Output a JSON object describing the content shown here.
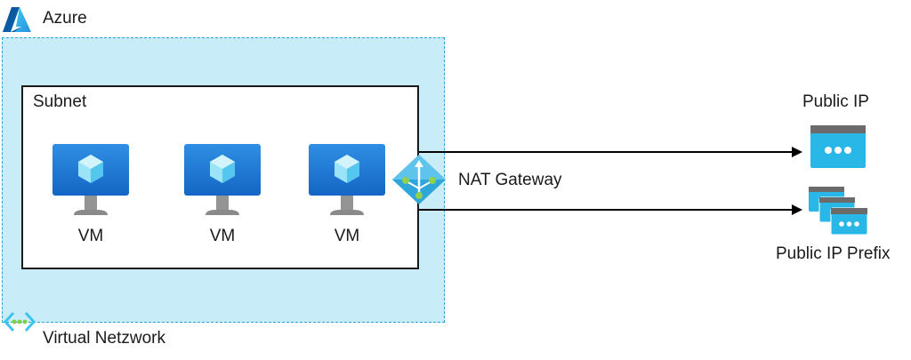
{
  "azure": {
    "label": "Azure",
    "icon": "azure-logo-icon",
    "color": "#0078d4"
  },
  "vnet": {
    "label": "Virtual Netzwork",
    "icon": "virtual-network-icon",
    "fill": "#c8ecf8",
    "border": "#27a3d6"
  },
  "subnet": {
    "label": "Subnet"
  },
  "vms": [
    {
      "label": "VM",
      "icon": "virtual-machine-icon"
    },
    {
      "label": "VM",
      "icon": "virtual-machine-icon"
    },
    {
      "label": "VM",
      "icon": "virtual-machine-icon"
    }
  ],
  "nat_gateway": {
    "label": "NAT Gateway",
    "icon": "nat-gateway-icon",
    "color": "#2ea6d9"
  },
  "public_ip": {
    "label": "Public IP",
    "icon": "public-ip-icon"
  },
  "public_ip_prefix": {
    "label": "Public IP Prefix",
    "icon": "public-ip-prefix-icon"
  }
}
